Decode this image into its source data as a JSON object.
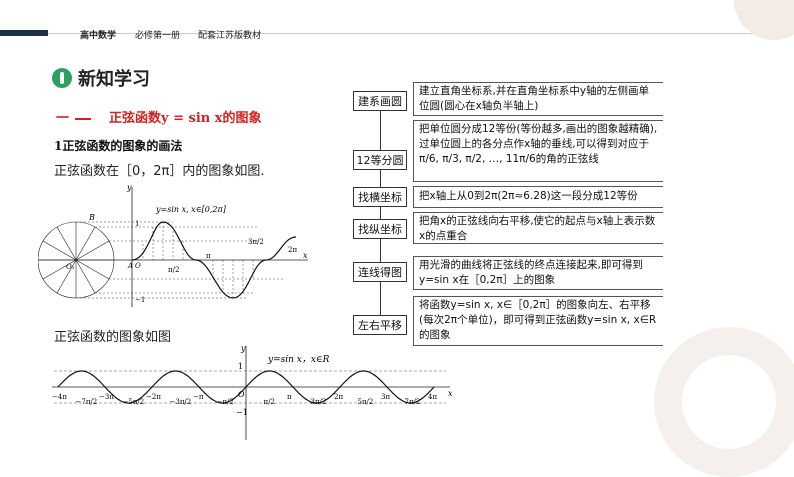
{
  "header": {
    "subject": "高中数学",
    "book": "必修第一册",
    "edition": "配套江苏版教材"
  },
  "section": {
    "title": "新知学习"
  },
  "subsection": {
    "number": "一",
    "title": "正弦函数y = sin x的图象"
  },
  "point": {
    "title": "1正弦函数的图象的画法"
  },
  "text1": "正弦函数在［0，2π］内的图象如图.",
  "text2": "正弦函数的图象如图",
  "graph1": {
    "curve_label": "y=sin x, x∈[0,2π]",
    "axis_y": "y",
    "axis_x": "x",
    "label_B": "B",
    "label_O1": "O₁",
    "label_A": "A",
    "label_O": "O",
    "tick_1": "1",
    "tick_neg1": "−1",
    "tick_pi2": "π/2",
    "tick_pi": "π",
    "tick_3pi2": "3π/2",
    "tick_2pi": "2π"
  },
  "graph2": {
    "curve_label": "y=sin x，x∈R",
    "axis_y": "y",
    "axis_x": "x",
    "tick_1": "1",
    "tick_neg1": "−1",
    "tick_O": "O",
    "ticks": [
      "−4π",
      "−7π/2",
      "−3π",
      "−5π/2",
      "−2π",
      "−3π/2",
      "−π",
      "−π/2",
      "π/2",
      "π",
      "3π/2",
      "2π",
      "5π/2",
      "3π",
      "7π/2",
      "4π"
    ]
  },
  "flow": [
    {
      "label": "建系画圆",
      "text": "建立直角坐标系,并在直角坐标系中y轴的左侧画单位圆(圆心在x轴负半轴上)"
    },
    {
      "label": "12等分圆",
      "text": "把单位圆分成12等份(等份越多,画出的图象越精确),过单位圆上的各分点作x轴的垂线,可以得到对应于π/6, π/3, π/2, …, 11π/6的角的正弦线"
    },
    {
      "label": "找横坐标",
      "text": "把x轴上从0到2π(2π≈6.28)这一段分成12等份"
    },
    {
      "label": "找纵坐标",
      "text": "把角x的正弦线向右平移,使它的起点与x轴上表示数x的点重合"
    },
    {
      "label": "连线得图",
      "text": "用光滑的曲线将正弦线的终点连接起来,即可得到y=sin x在［0,2π］上的图象"
    },
    {
      "label": "左右平移",
      "text": "将函数y=sin x, x∈［0,2π］的图象向左、右平移(每次2π个单位)，即可得到正弦函数y=sin x, x∈R的图象"
    }
  ]
}
